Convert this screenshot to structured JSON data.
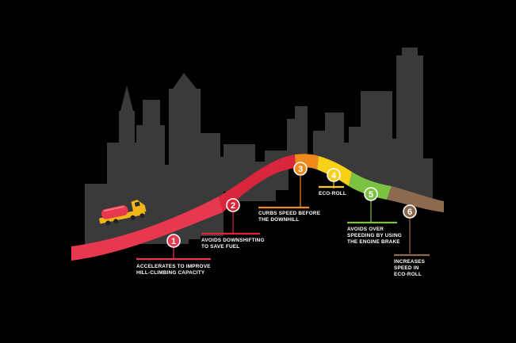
{
  "steps": [
    {
      "number": "1",
      "label": "ACCELERATES TO IMPROVE\nHILL-CLIMBING CAPACITY",
      "color": "#e8384f"
    },
    {
      "number": "2",
      "label": "AVOIDS DOWNSHIFTING\nTO SAVE FUEL",
      "color": "#d9263c"
    },
    {
      "number": "3",
      "label": "CURBS SPEED BEFORE\nTHE DOWNHILL",
      "color": "#f08a1c"
    },
    {
      "number": "4",
      "label": "ECO-ROLL",
      "color": "#f7d117"
    },
    {
      "number": "5",
      "label": "AVOIDS OVER\nSPEEDING BY USING\nTHE ENGINE BRAKE",
      "color": "#7cc242"
    },
    {
      "number": "6",
      "label": "INCREASES\nSPEED IN\nECO-ROLL",
      "color": "#8b6a4f"
    }
  ],
  "colors": {
    "background": "#000000",
    "skyline": "#3a3a3a",
    "truck_cab": "#f2b619",
    "truck_tank": "#e8384f"
  }
}
